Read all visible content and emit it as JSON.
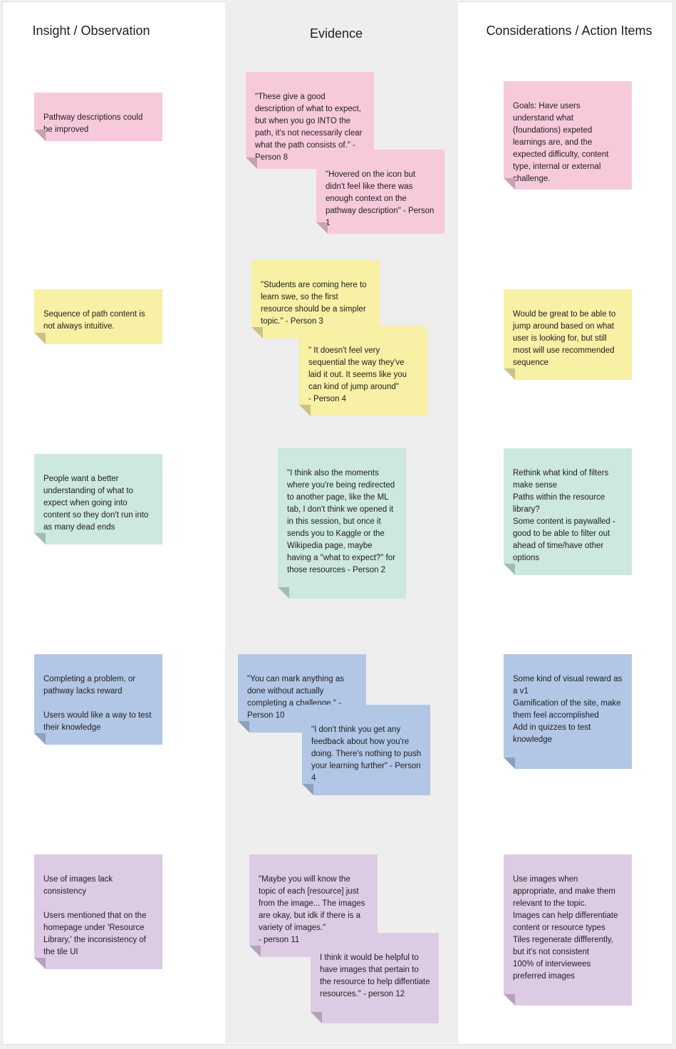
{
  "columns": {
    "insight": "Insight / Observation",
    "evidence": "Evidence",
    "considerations": "Considerations / Action Items"
  },
  "colors": {
    "pink": "#f7cadb",
    "yellow": "#f7f0a5",
    "green": "#cde8de",
    "blue": "#b2c7e6",
    "purple": "#ddcbe4",
    "evidence_column_bg": "#eeeeee"
  },
  "rows": [
    {
      "color": "pink",
      "insight": "Pathway descriptions could be improved",
      "evidence": [
        "\"These give a good description of what to expect, but when you go INTO the path, it's not necessarily clear what the path consists of.\" - Person 8",
        "\"Hovered on the icon but didn't feel like there was enough context on the pathway description\" - Person 1"
      ],
      "consideration": "Goals: Have users understand what (foundations) expeted learnings are, and the expected difficulty, content type, internal or external challenge."
    },
    {
      "color": "yellow",
      "insight": "Sequence of path content is not always intuitive.",
      "evidence": [
        "\"Students are coming here to learn swe, so the first resource should be a simpler topic.\" - Person 3",
        "\" It doesn't feel very sequential the way they've laid it out. It seems like you can kind of jump around\"\n- Person 4"
      ],
      "consideration": "Would be great to be able to jump around based on what user is looking for, but still most will use recommended sequence"
    },
    {
      "color": "green",
      "insight": "People want a better understanding of what to expect when going into content so they don't run into as many dead ends",
      "evidence": [
        "\"I think also the moments where you're being redirected to another page, like the ML tab, I don't think we opened it in this session, but once it sends you to Kaggle or the Wikipedia page, maybe having a \"what to expect?\" for those resources - Person 2"
      ],
      "consideration": "Rethink what kind of filters make sense\nPaths within the resource library?\nSome content is paywalled - good to be able to filter out ahead of time/have other options"
    },
    {
      "color": "blue",
      "insight": "Completing a problem, or pathway lacks reward\n\nUsers would like a way to test their knowledge",
      "evidence": [
        "\"You can mark anything as done without actually completing a challenge.\" - Person 10",
        "\"I don't think you get any feedback about how you're doing. There's nothing to push your learning further\" - Person 4"
      ],
      "consideration": "Some kind of visual reward as a v1\nGamification of the site, make them feel accomplished\nAdd in quizzes to test knowledge"
    },
    {
      "color": "purple",
      "insight": "Use of images lack consistency\n\nUsers mentioned that on the homepage under 'Resource Library,' the inconsistency of the tile UI",
      "evidence": [
        "\"Maybe you will know the topic of each [resource] just from the image... The images are okay, but idk if there is a variety of images.\"\n- person 11",
        "I think it would be helpful to have images that pertain to the resource to help diffentiate resources.\" - person 12"
      ],
      "consideration": "Use images when appropriate, and make them relevant to the topic.\nImages can help differentiate content or resource types\nTiles regenerate diffferently, but it's not consistent\n100% of interviewees preferred images"
    }
  ]
}
